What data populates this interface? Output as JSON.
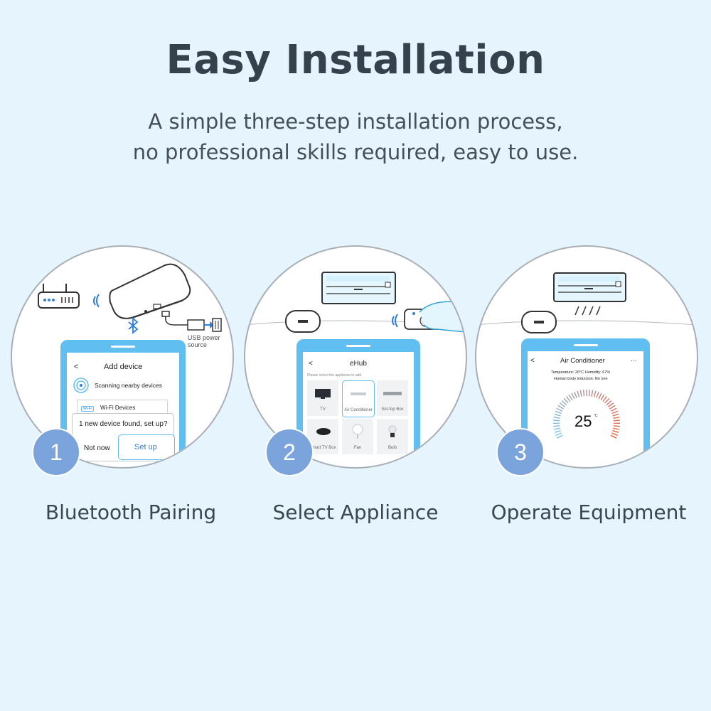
{
  "header": {
    "title": "Easy Installation",
    "subtitle_line1": "A simple three-step installation process,",
    "subtitle_line2": "no professional skills required, easy to use."
  },
  "colors": {
    "background": "#e5f4fd",
    "phone_frame": "#60bef0",
    "badge": "#7ba4dc",
    "accent_blue": "#2f7ee0",
    "text_dark": "#36414e"
  },
  "steps": [
    {
      "number": "1",
      "label": "Bluetooth Pairing",
      "usb_caption_1": "USB power",
      "usb_caption_2": "source",
      "screen": {
        "back": "<",
        "title": "Add device",
        "scanning": "Scanning nearby devices",
        "wifi_badge": "Wi-Fi",
        "wifi_devices": "Wi-Fi Devices",
        "dialog_text": "1 new device found, set up?",
        "not_now": "Not now",
        "set_up": "Set up"
      }
    },
    {
      "number": "2",
      "label": "Select Appliance",
      "screen": {
        "back": "<",
        "title": "eHub",
        "hint": "Please select the appliance to add",
        "appliances": [
          "TV",
          "Air Conditioner",
          "Set-top Box",
          "Smart TV Box",
          "Fan",
          "Bulb"
        ]
      }
    },
    {
      "number": "3",
      "label": "Operate Equipment",
      "screen": {
        "back": "<",
        "title": "Air Conditioner",
        "more": "···",
        "status_line1": "Temperature: 26°C Humidity: 67%",
        "status_line2": "Human body induction: No one",
        "temperature": "25",
        "unit": "°C"
      }
    }
  ]
}
